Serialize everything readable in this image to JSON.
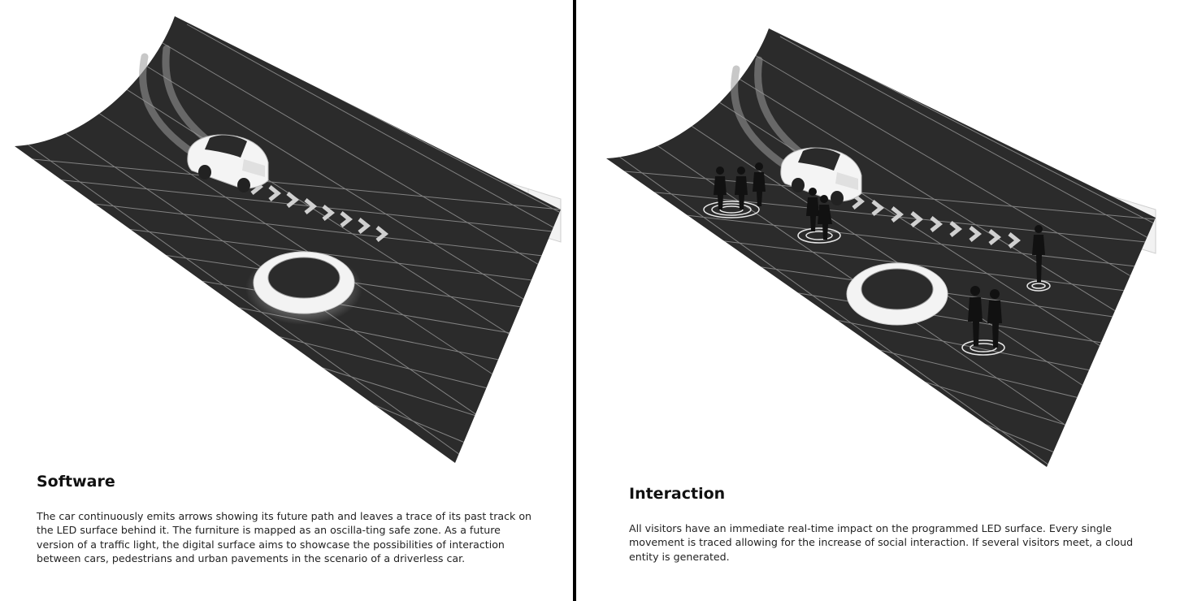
{
  "panels": [
    {
      "heading": "Software",
      "body": "The car continuously emits arrows showing its future path and leaves a trace of its past track on the LED surface behind it. The furniture is mapped as an oscilla-ting safe zone. As a future version of a traffic light, the digital surface aims to showcase the possibilities of interaction between cars, pedestrians and urban pavements in the scenario of a driverless car."
    },
    {
      "heading": "Interaction",
      "body": "All visitors have an immediate real-time impact on the programmed LED surface. Every single movement is traced allowing for the increase of social interaction. If several visitors meet, a cloud entity is generated."
    }
  ],
  "colors": {
    "surface": "#2a2a2a",
    "grid": "#8a8a8a",
    "divider": "#000000",
    "text": "#222222"
  }
}
